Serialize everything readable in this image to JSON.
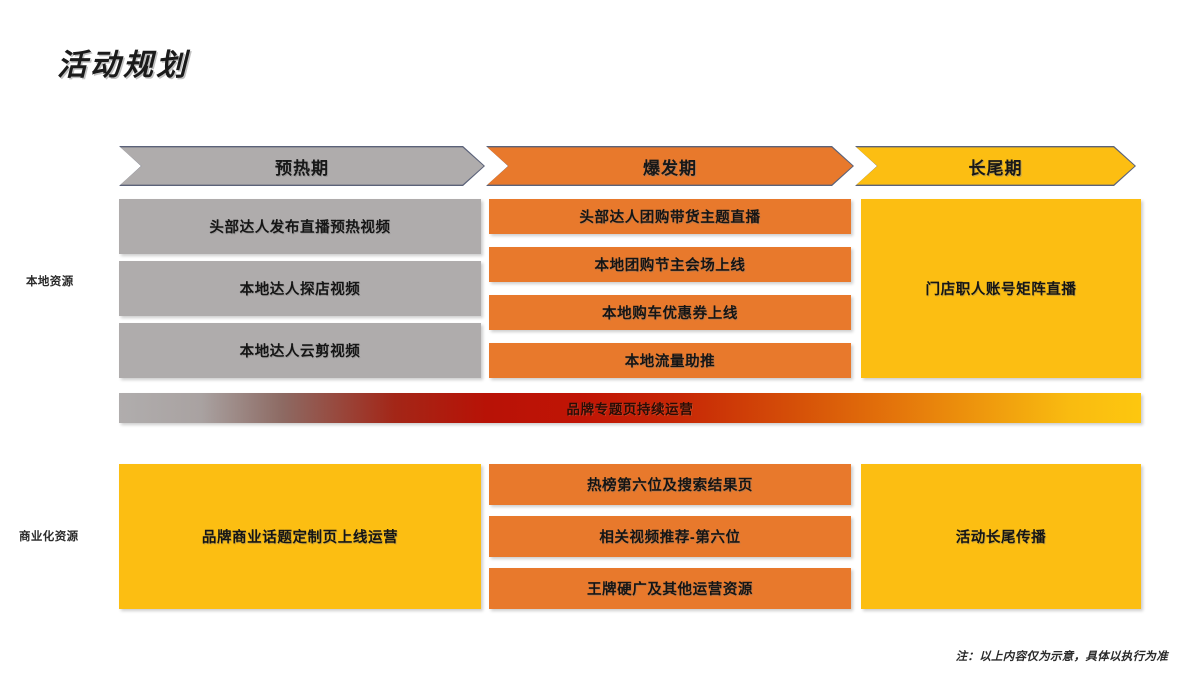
{
  "page": {
    "title": "活动规划",
    "footnote": "注：以上内容仅为示意，具体以执行为准",
    "colors": {
      "gray": "#AFACAC",
      "orange": "#E8792C",
      "yellow": "#FCBE12",
      "chevron_outline": "#5B6279",
      "gradient_start": "#B0ADAD",
      "gradient_mid": "#C01405",
      "gradient_end": "#FDC70F"
    }
  },
  "phases": [
    {
      "label": "预热期",
      "color": "#AFACAC"
    },
    {
      "label": "爆发期",
      "color": "#E8792C"
    },
    {
      "label": "长尾期",
      "color": "#FCBE12"
    }
  ],
  "rows": [
    {
      "label": "本地资源",
      "columns": [
        {
          "phase": "预热期",
          "color": "#AFACAC",
          "items": [
            "头部达人发布直播预热视频",
            "本地达人探店视频",
            "本地达人云剪视频"
          ]
        },
        {
          "phase": "爆发期",
          "color": "#E8792C",
          "items": [
            "头部达人团购带货主题直播",
            "本地团购节主会场上线",
            "本地购车优惠券上线",
            "本地流量助推"
          ]
        },
        {
          "phase": "长尾期",
          "color": "#FCBE12",
          "items": [
            "门店职人账号矩阵直播"
          ]
        }
      ]
    },
    {
      "label": "商业化资源",
      "columns": [
        {
          "phase": "预热期",
          "color": "#FCBE12",
          "items": [
            "品牌商业话题定制页上线运营"
          ]
        },
        {
          "phase": "爆发期",
          "color": "#E8792C",
          "items": [
            "热榜第六位及搜索结果页",
            "相关视频推荐-第六位",
            "王牌硬广及其他运营资源"
          ]
        },
        {
          "phase": "长尾期",
          "color": "#FCBE12",
          "items": [
            "活动长尾传播"
          ]
        }
      ]
    }
  ],
  "spanning_bar": {
    "label": "品牌专题页持续运营"
  }
}
